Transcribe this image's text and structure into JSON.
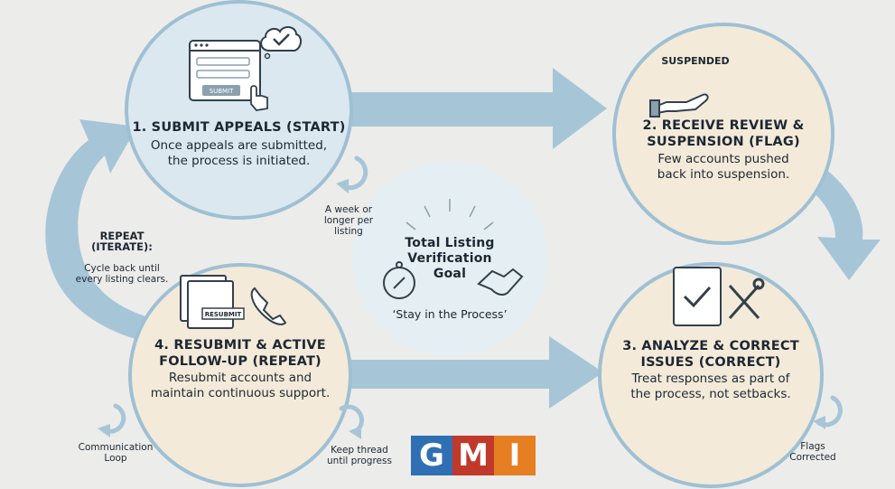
{
  "nodes": {
    "n1": {
      "title": "1. SUBMIT APPEALS (START)",
      "desc": "Once appeals are submitted,\nthe process is initiated.",
      "stamp": "SUBMIT"
    },
    "n2": {
      "title": "2. RECEIVE REVIEW &\nSUSPENSION (FLAG)",
      "desc": "Few accounts pushed\nback into suspension.",
      "stamp": "SUSPENDED"
    },
    "n3": {
      "title": "3. ANALYZE & CORRECT\nISSUES (CORRECT)",
      "desc": "Treat responses as part of\nthe process, not setbacks."
    },
    "n4": {
      "title": "4. RESUBMIT & ACTIVE\nFOLLOW-UP (REPEAT)",
      "desc": "Resubmit accounts and\nmaintain continuous support.",
      "stamp": "RESUBMIT"
    }
  },
  "center": {
    "title": "Total Listing\nVerification\nGoal",
    "quote": "‘Stay in the Process’"
  },
  "labels": {
    "repeat_title": "REPEAT\n(ITERATE):",
    "repeat_desc": "Cycle back until\nevery listing clears.",
    "week": "A week or\nlonger per\nlisting",
    "comm_loop": "Communication\nLoop",
    "keep_thread": "Keep thread\nuntil progress",
    "flags": "Flags\nCorrected"
  },
  "logo": {
    "letters": [
      "G",
      "M",
      "I"
    ],
    "colors": [
      "#2f6fb3",
      "#c0392b",
      "#e67e22"
    ]
  },
  "colors": {
    "arrow": "#a6c6d8",
    "ring": "#9fc0d3",
    "blue_node": "#dbe8f0",
    "cream_node": "#f3ead9",
    "ink": "#1d2733"
  }
}
